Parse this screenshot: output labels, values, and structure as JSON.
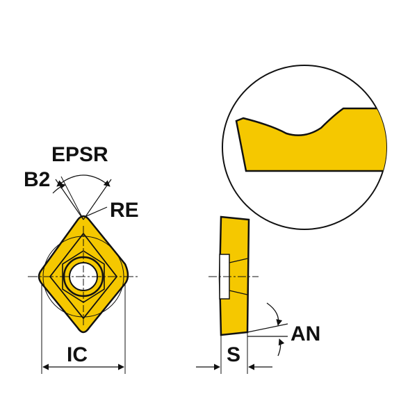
{
  "labels": {
    "epsr": "EPSR",
    "b2": "B2",
    "re": "RE",
    "ic": "IC",
    "s": "S",
    "an": "AN"
  },
  "colors": {
    "insert_fill": "#f5c800",
    "line": "#111111",
    "background": "#ffffff",
    "hole": "#ffffff"
  },
  "icons": [
    "insert-top-view",
    "insert-side-view",
    "detail-magnifier-circle"
  ]
}
